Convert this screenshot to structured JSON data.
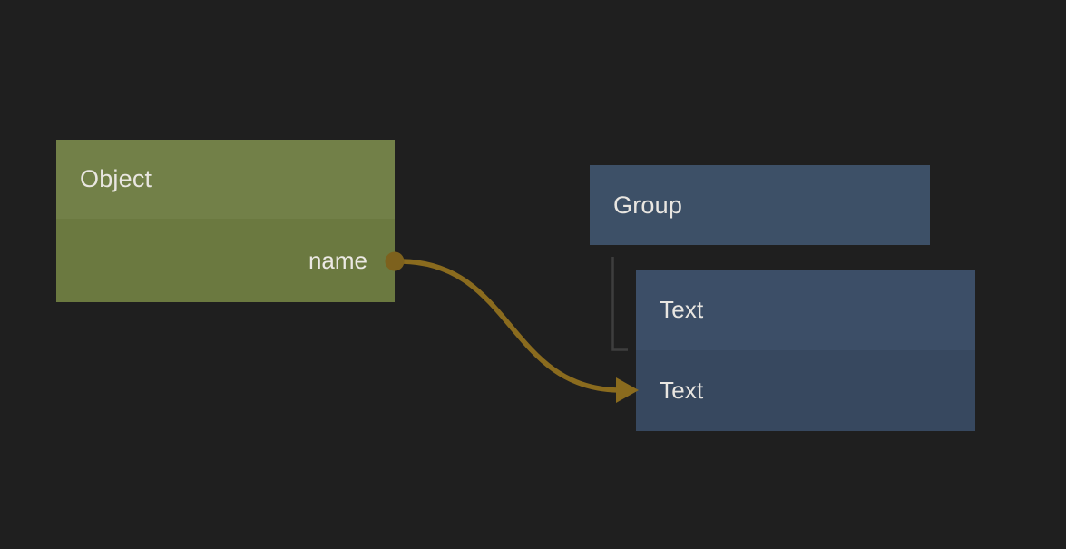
{
  "canvas": {
    "background_color": "#1f1f1f"
  },
  "nodes": {
    "object": {
      "title": "Object",
      "header_color": "#728048",
      "body_color": "#6b7940",
      "output_port": {
        "label": "name",
        "dot_color": "#7d611d"
      }
    },
    "group": {
      "title": "Group",
      "color": "#3d5067"
    },
    "text_group": {
      "rows": [
        {
          "label": "Text",
          "color": "#3c4e67"
        },
        {
          "label": "Text",
          "color": "#37485f"
        }
      ]
    }
  },
  "connections": {
    "wire": {
      "from": "object.name",
      "to": "text_group.rows.1",
      "color": "#8a6b1e"
    },
    "tree_link": {
      "from": "group",
      "to": "text_group",
      "color": "#3e3e3e"
    }
  }
}
